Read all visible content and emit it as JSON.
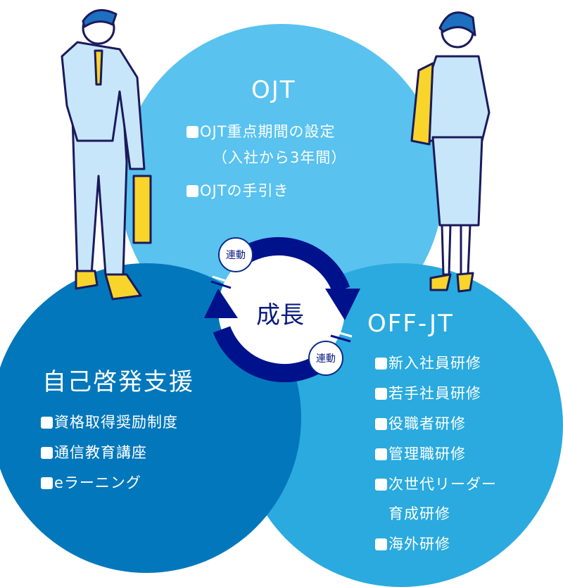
{
  "ojt": {
    "title": "OJT",
    "items": [
      "OJT重点期間の設定",
      "（入社から3年間）",
      "OJTの手引き"
    ]
  },
  "self_development": {
    "title": "自己啓発支援",
    "items": [
      "資格取得奨励制度",
      "通信教育講座",
      "eラーニング"
    ]
  },
  "off_jt": {
    "title": "OFF-JT",
    "items": [
      "新入社員研修",
      "若手社員研修",
      "役職者研修",
      "管理職研修",
      "次世代リーダー",
      "育成研修",
      "海外研修"
    ]
  },
  "cycle": {
    "center_label": "成長",
    "link_label_1": "連動",
    "link_label_2": "連動"
  },
  "colors": {
    "ojt": "#59c2ef",
    "self_development": "#0377bb",
    "off_jt": "#2aaade",
    "arrow": "#00118c",
    "accent_yellow": "#f9d42b"
  }
}
